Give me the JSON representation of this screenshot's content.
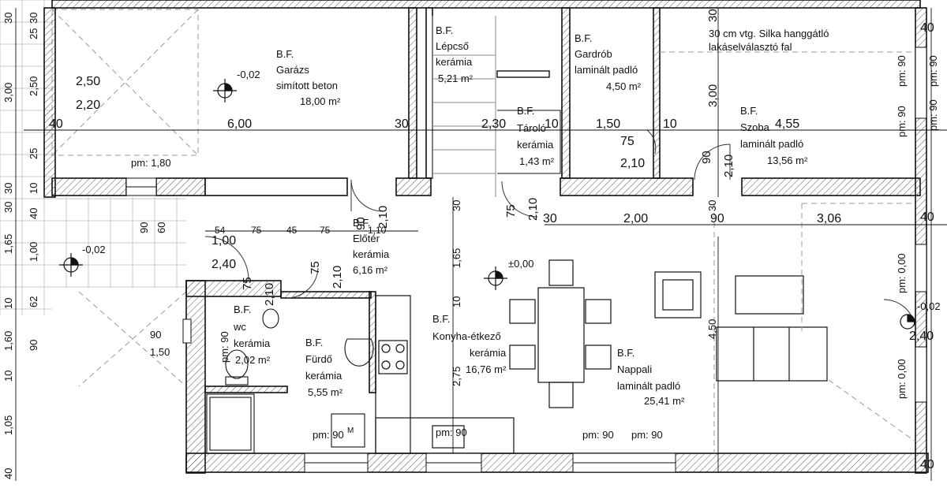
{
  "rooms": {
    "garazs": {
      "code": "B.F.",
      "name": "Garázs",
      "floor": "simított beton",
      "area": "18,00 m²",
      "level": "-0,02"
    },
    "lepcso": {
      "code": "B.F.",
      "name": "Lépcső",
      "floor": "kerámia",
      "area": "5,21 m²"
    },
    "gardrob": {
      "code": "B.F.",
      "name": "Gardrób",
      "floor": "laminált padló",
      "area": "4,50 m²"
    },
    "tarolo": {
      "code": "B.F.",
      "name": "Tároló",
      "floor": "kerámia",
      "area": "1,43 m²"
    },
    "szoba": {
      "code": "B.F.",
      "name": "Szoba",
      "floor": "laminált padló",
      "area": "13,56 m²"
    },
    "eloter": {
      "code": "B.F.",
      "name": "Előtér",
      "floor": "kerámia",
      "area": "6,16 m²"
    },
    "wc": {
      "code": "B.F.",
      "name": "wc",
      "floor": "kerámia",
      "area": "2,02 m²"
    },
    "furdo": {
      "code": "B.F.",
      "name": "Fürdő",
      "floor": "kerámia",
      "area": "5,55 m²"
    },
    "konyha": {
      "code": "B.F.",
      "name": "Konyha-étkező",
      "floor": "kerámia",
      "area": "16,76 m²"
    },
    "nappali": {
      "code": "B.F.",
      "name": "Nappali",
      "floor": "laminált padló",
      "area": "25,41 m²"
    }
  },
  "levels": {
    "main": "±0,00",
    "outside": "-0,02",
    "right": "-0,02"
  },
  "notes": {
    "wall_line1": "30 cm vtg. Silka hanggátló",
    "wall_line2": "lakáselválasztó fal"
  },
  "dimensions": {
    "top_row": [
      "40",
      "6,00",
      "30",
      "2,30",
      "10",
      "1,50",
      "10",
      "4,55"
    ],
    "middle_row": [
      "54",
      "75",
      "45",
      "75",
      "1,10",
      "30",
      "2,00",
      "90",
      "3,06"
    ],
    "door_labels": [
      "75",
      "2,10",
      "90",
      "2,10",
      "90",
      "2,10",
      "75",
      "2,10",
      "75",
      "2,10",
      "75",
      "2,10",
      "1,00",
      "2,40",
      "2,50",
      "2,20",
      "90",
      "1,50",
      "2,40"
    ],
    "left_column": [
      "30",
      "25",
      "30",
      "3,00",
      "2,50",
      "25",
      "30",
      "10",
      "30",
      "40",
      "1,65",
      "1,00",
      "10",
      "62",
      "1,60",
      "90",
      "10",
      "1,05",
      "40"
    ],
    "interior_vertical": [
      "3,00",
      "30",
      "1,65",
      "10",
      "2,75",
      "4,50",
      "30",
      "30",
      "90",
      "60"
    ],
    "right_column": [
      "pm: 90",
      "pm: 90",
      "pm: 0,00",
      "pm: 0,00",
      "40",
      "40",
      "40"
    ],
    "right_vertical_small": [
      "pm: 90",
      "pm: 90"
    ]
  },
  "parapets": {
    "pm180": "pm: 1,80",
    "pm90": "pm: 90",
    "pm90_kitchen": "pm: 90",
    "pm90_living_a": "pm: 90",
    "pm90_living_b": "pm: 90",
    "wc_vertical": "pm: 90"
  },
  "misc": {
    "m_mark": "M"
  }
}
